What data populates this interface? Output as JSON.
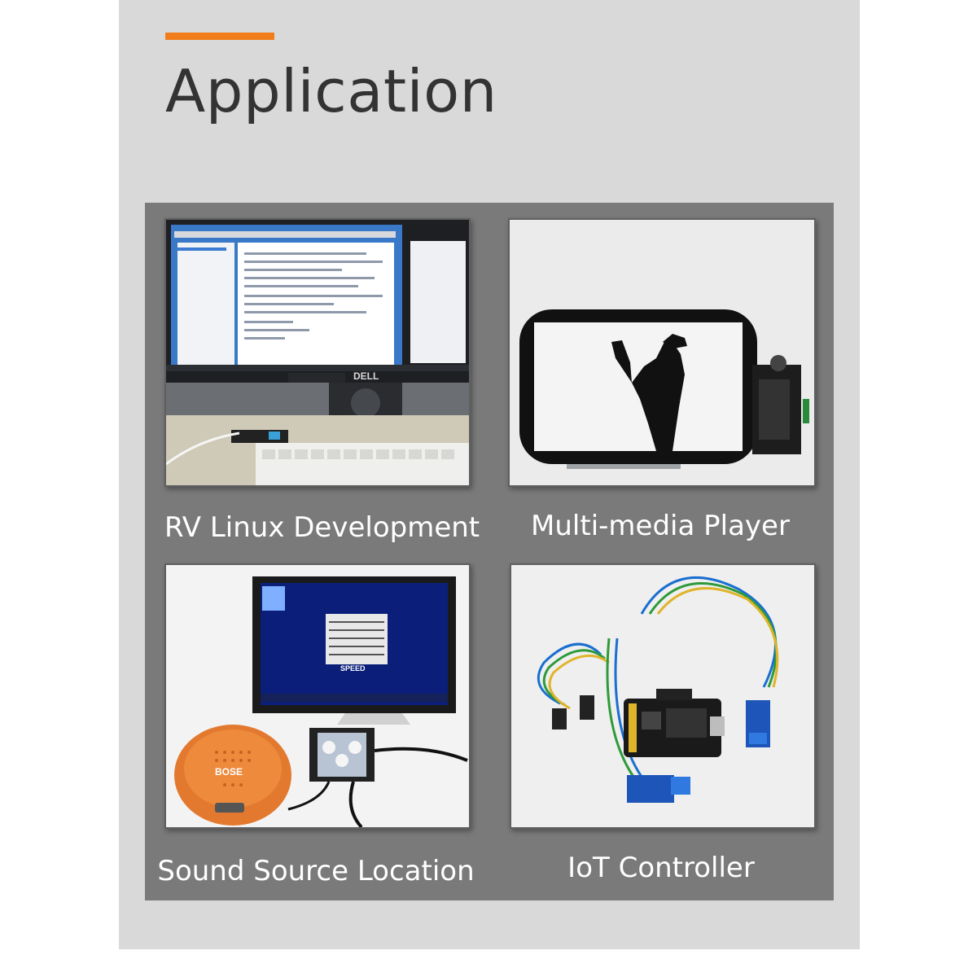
{
  "header": {
    "title": "Application",
    "accent_color": "#f07d19"
  },
  "cards": [
    {
      "caption": "RV Linux Development",
      "image": "linux-desktop-monitor-photo"
    },
    {
      "caption": "Multi-media Player",
      "image": "tablet-display-photo"
    },
    {
      "caption": "Sound Source Location",
      "image": "speaker-and-monitor-photo"
    },
    {
      "caption": "IoT Controller",
      "image": "wired-board-relays-photo"
    }
  ],
  "photo_text": {
    "monitor_brand": "DELL",
    "speaker_brand": "BOSE",
    "screen_logo": "SPEED"
  }
}
